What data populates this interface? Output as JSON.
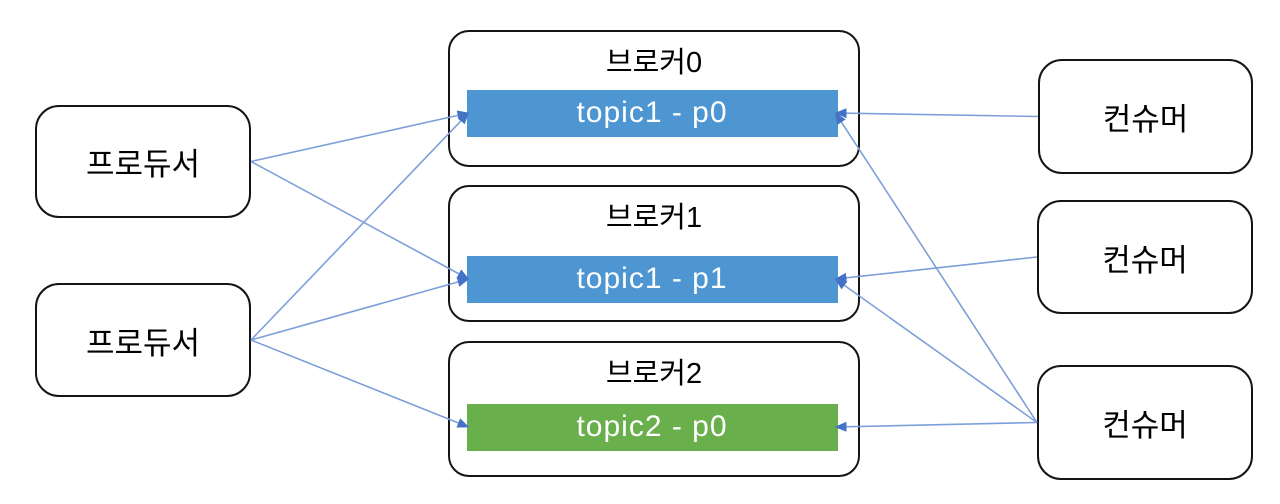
{
  "diagram": {
    "producers": [
      {
        "id": "producer-1",
        "label": "프로듀서"
      },
      {
        "id": "producer-2",
        "label": "프로듀서"
      }
    ],
    "brokers": [
      {
        "id": "broker-0",
        "label": "브로커0",
        "partition": {
          "id": "topic1-p0",
          "label": "topic1 - p0",
          "color": "#4d96d2"
        }
      },
      {
        "id": "broker-1",
        "label": "브로커1",
        "partition": {
          "id": "topic1-p1",
          "label": "topic1 - p1",
          "color": "#4d96d2"
        }
      },
      {
        "id": "broker-2",
        "label": "브로커2",
        "partition": {
          "id": "topic2-p0",
          "label": "topic2 - p0",
          "color": "#69b04c"
        }
      }
    ],
    "consumers": [
      {
        "id": "consumer-1",
        "label": "컨슈머"
      },
      {
        "id": "consumer-2",
        "label": "컨슈머"
      },
      {
        "id": "consumer-3",
        "label": "컨슈머"
      }
    ],
    "edges": [
      {
        "from": "producer-1",
        "to": "topic1-p0"
      },
      {
        "from": "producer-1",
        "to": "topic1-p1"
      },
      {
        "from": "producer-2",
        "to": "topic1-p0"
      },
      {
        "from": "producer-2",
        "to": "topic1-p1"
      },
      {
        "from": "producer-2",
        "to": "topic2-p0"
      },
      {
        "from": "consumer-1",
        "to": "topic1-p0"
      },
      {
        "from": "consumer-2",
        "to": "topic1-p1"
      },
      {
        "from": "consumer-3",
        "to": "topic1-p0"
      },
      {
        "from": "consumer-3",
        "to": "topic1-p1"
      },
      {
        "from": "consumer-3",
        "to": "topic2-p0"
      }
    ],
    "colors": {
      "partition_blue": "#4d96d2",
      "partition_green": "#69b04c",
      "connector_line": "#7d9fd9",
      "arrowhead": "#4472c4",
      "box_border": "#141414"
    }
  }
}
